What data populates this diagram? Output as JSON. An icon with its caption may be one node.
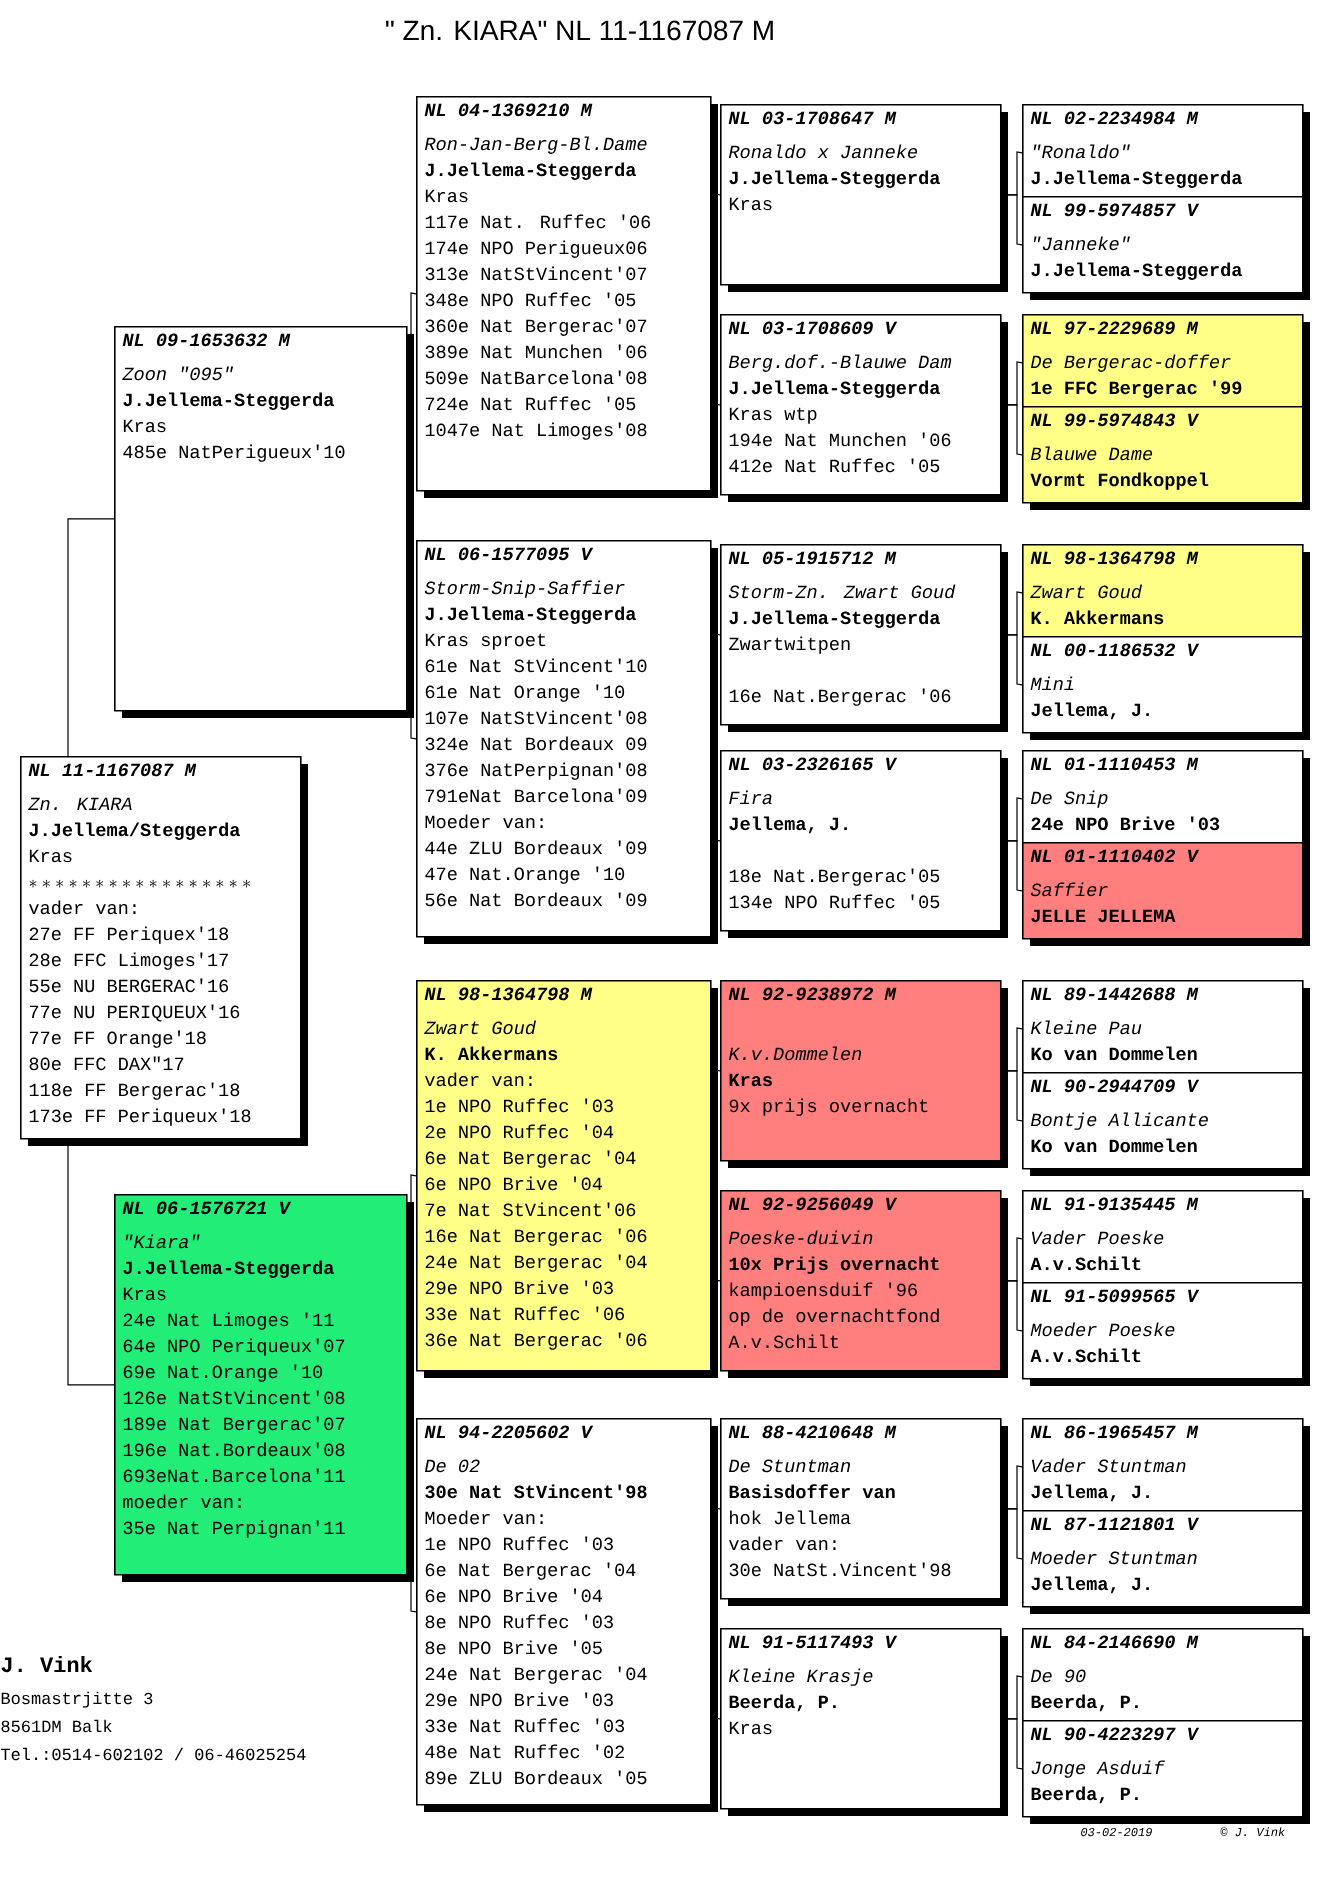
{
  "diagram": {
    "title": "\" Zn. KIARA\" NL 11-1167087 M",
    "nodes": [
      {
        "text": [
          "NL 11-1167087 M",
          "Zn. KIARA",
          "J.Jellema/Steggerda",
          "Kras",
          "*****************",
          "vader van:",
          "27e FF Periquex'18",
          "28e FFC Limoges'17",
          "55e NU BERGERAC'16",
          "77e NU PERIQUEUX'16",
          "77e FF Orange'18",
          "80e FFC DAX\"17",
          "118e FF Bergerac'18",
          "173e FF Periqueux'18"
        ]
      },
      {
        "text": [
          "NL 09-1653632 M",
          "Zoon \"095\"",
          "J.Jellema-Steggerda",
          "Kras",
          "485e NatPerigueux'10"
        ]
      },
      {
        "text": [
          "NL 06-1576721 V",
          "\"Kiara\"",
          "J.Jellema-Steggerda",
          "Kras",
          "24e Nat Limoges '11",
          "64e NPO Periqueux'07",
          "69e Nat.Orange '10",
          "126e NatStVincent'08",
          "189e Nat Bergerac'07",
          "196e Nat.Bordeaux'08",
          "693eNat.Barcelona'11",
          "moeder van:",
          "35e Nat Perpignan'11"
        ]
      },
      {
        "text": [
          "NL 04-1369210 M",
          "Ron-Jan-Berg-Bl.Dame",
          "J.Jellema-Steggerda",
          "Kras",
          "117e Nat. Ruffec '06",
          "174e NPO Perigueux06",
          "313e NatStVincent'07",
          "348e NPO Ruffec '05",
          "360e Nat Bergerac'07",
          "389e Nat Munchen '06",
          "509e NatBarcelona'08",
          "724e Nat Ruffec '05",
          "1047e Nat Limoges'08"
        ]
      },
      {
        "text": [
          "NL 06-1577095 V",
          "Storm-Snip-Saffier",
          "J.Jellema-Steggerda",
          "Kras sproet",
          "61e Nat StVincent'10",
          "61e Nat Orange '10",
          "107e NatStVincent'08",
          "324e Nat Bordeaux 09",
          "376e NatPerpignan'08",
          "791eNat Barcelona'09",
          "Moeder van:",
          "44e ZLU Bordeaux '09",
          "47e Nat.Orange '10",
          "56e Nat Bordeaux '09"
        ]
      },
      {
        "text": [
          "NL 98-1364798 M",
          "Zwart Goud",
          "K. Akkermans",
          "vader van:",
          "1e NPO Ruffec '03",
          "2e NPO Ruffec '04",
          "6e Nat Bergerac '04",
          "6e NPO Brive '04",
          "7e Nat StVincent'06",
          "16e Nat Bergerac '06",
          "24e Nat Bergerac '04",
          "29e NPO Brive '03",
          "33e Nat Ruffec '06",
          "36e Nat Bergerac '06"
        ]
      },
      {
        "text": [
          "NL 94-2205602 V",
          "De 02",
          "30e Nat StVincent'98",
          "Moeder van:",
          "1e NPO Ruffec '03",
          "6e Nat Bergerac '04",
          "6e NPO Brive '04",
          "8e NPO Ruffec '03",
          "8e NPO Brive '05",
          "24e Nat Bergerac '04",
          "29e NPO Brive '03",
          "33e Nat Ruffec '03",
          "48e Nat Ruffec '02",
          "89e ZLU Bordeaux '05"
        ]
      },
      {
        "text": [
          "NL 03-1708647 M",
          "Ronaldo x Janneke",
          "J.Jellema-Steggerda",
          "Kras"
        ]
      },
      {
        "text": [
          "NL 03-1708609 V",
          "Berg.dof.-Blauwe Dam",
          "J.Jellema-Steggerda",
          "Kras wtp",
          "194e Nat Munchen '06",
          "412e Nat Ruffec '05"
        ]
      },
      {
        "text": [
          "NL 05-1915712 M",
          "Storm-Zn. Zwart Goud",
          "J.Jellema-Steggerda",
          "Zwartwitpen",
          "16e Nat.Bergerac '06"
        ]
      },
      {
        "text": [
          "NL 03-2326165 V",
          "Fira",
          "Jellema, J.",
          "18e Nat.Bergerac'05",
          "134e NPO Ruffec '05"
        ]
      },
      {
        "text": [
          "NL 92-9238972 M",
          "K.v.Dommelen",
          "Kras",
          "9x prijs overnacht"
        ]
      },
      {
        "text": [
          "NL 92-9256049 V",
          "Poeske-duivin",
          "10x Prijs overnacht",
          "kampioensduif '96",
          "op de overnachtfond",
          "A.v.Schilt"
        ]
      },
      {
        "text": [
          "NL 88-4210648 M",
          "De Stuntman",
          "Basisdoffer van",
          "hok Jellema",
          "vader van:",
          "30e NatSt.Vincent'98"
        ]
      },
      {
        "text": [
          "NL 91-5117493 V",
          "Kleine Krasje",
          "Beerda, P.",
          "Kras"
        ]
      },
      {
        "text": [
          "NL 02-2234984 M",
          "\"Ronaldo\"",
          "J.Jellema-Steggerda"
        ]
      },
      {
        "text": [
          "NL 99-5974857 V",
          "\"Janneke\"",
          "J.Jellema-Steggerda"
        ]
      },
      {
        "text": [
          "NL 97-2229689 M",
          "De Bergerac-doffer",
          "1e FFC Bergerac '99"
        ]
      },
      {
        "text": [
          "NL 99-5974843 V",
          "Blauwe Dame",
          "Vormt Fondkoppel"
        ]
      },
      {
        "text": [
          "NL 98-1364798 M",
          "Zwart Goud",
          "K. Akkermans"
        ]
      },
      {
        "text": [
          "NL 00-1186532 V",
          "Mini",
          "Jellema, J."
        ]
      },
      {
        "text": [
          "NL 01-1110453 M",
          "De Snip",
          "24e NPO Brive '03"
        ]
      },
      {
        "text": [
          "NL 01-1110402 V",
          "Saffier",
          "JELLE JELLEMA"
        ]
      },
      {
        "text": [
          "NL 89-1442688 M",
          "Kleine Pau",
          "Ko van Dommelen"
        ]
      },
      {
        "text": [
          "NL 90-2944709 V",
          "Bontje Allicante",
          "Ko van Dommelen"
        ]
      },
      {
        "text": [
          "NL 91-9135445 M",
          "Vader Poeske",
          "A.v.Schilt"
        ]
      },
      {
        "text": [
          "NL 91-5099565 V",
          "Moeder Poeske",
          "A.v.Schilt"
        ]
      },
      {
        "text": [
          "NL 86-1965457 M",
          "Vader Stuntman",
          "Jellema, J."
        ]
      },
      {
        "text": [
          "NL 87-1121801 V",
          "Moeder Stuntman",
          "Jellema, J."
        ]
      },
      {
        "text": [
          "NL 84-2146690 M",
          "De 90",
          "Beerda, P."
        ]
      },
      {
        "text": [
          "NL 90-4223297 V",
          "Jonge Asduif",
          "Beerda, P."
        ]
      }
    ],
    "edges": [
      {
        "from": 0,
        "to": 1,
        "arrow": "none"
      },
      {
        "from": 0,
        "to": 2,
        "arrow": "none"
      },
      {
        "from": 1,
        "to": 3,
        "arrow": "none"
      },
      {
        "from": 1,
        "to": 4,
        "arrow": "none"
      },
      {
        "from": 2,
        "to": 5,
        "arrow": "none"
      },
      {
        "from": 2,
        "to": 6,
        "arrow": "none"
      },
      {
        "from": 3,
        "to": 7,
        "arrow": "none"
      },
      {
        "from": 3,
        "to": 8,
        "arrow": "none"
      },
      {
        "from": 4,
        "to": 9,
        "arrow": "none"
      },
      {
        "from": 4,
        "to": 10,
        "arrow": "none"
      },
      {
        "from": 5,
        "to": 11,
        "arrow": "none"
      },
      {
        "from": 5,
        "to": 12,
        "arrow": "none"
      },
      {
        "from": 6,
        "to": 13,
        "arrow": "none"
      },
      {
        "from": 6,
        "to": 14,
        "arrow": "none"
      },
      {
        "from": 7,
        "to": 15,
        "arrow": "none"
      },
      {
        "from": 7,
        "to": 16,
        "arrow": "none"
      },
      {
        "from": 8,
        "to": 17,
        "arrow": "none"
      },
      {
        "from": 8,
        "to": 18,
        "arrow": "none"
      },
      {
        "from": 9,
        "to": 19,
        "arrow": "none"
      },
      {
        "from": 9,
        "to": 20,
        "arrow": "none"
      },
      {
        "from": 10,
        "to": 21,
        "arrow": "none"
      },
      {
        "from": 10,
        "to": 22,
        "arrow": "none"
      },
      {
        "from": 11,
        "to": 23,
        "arrow": "none"
      },
      {
        "from": 11,
        "to": 24,
        "arrow": "none"
      },
      {
        "from": 12,
        "to": 25,
        "arrow": "none"
      },
      {
        "from": 12,
        "to": 26,
        "arrow": "none"
      },
      {
        "from": 13,
        "to": 27,
        "arrow": "none"
      },
      {
        "from": 13,
        "to": 28,
        "arrow": "none"
      },
      {
        "from": 14,
        "to": 29,
        "arrow": "none"
      },
      {
        "from": 14,
        "to": 30,
        "arrow": "none"
      }
    ],
    "labels": [
      "J. Vink",
      "Bosmastrjitte 3",
      "8561DM Balk",
      "Tel.:0514-602102 / 06-46025254",
      "03-02-2019",
      "© J. Vink"
    ]
  }
}
